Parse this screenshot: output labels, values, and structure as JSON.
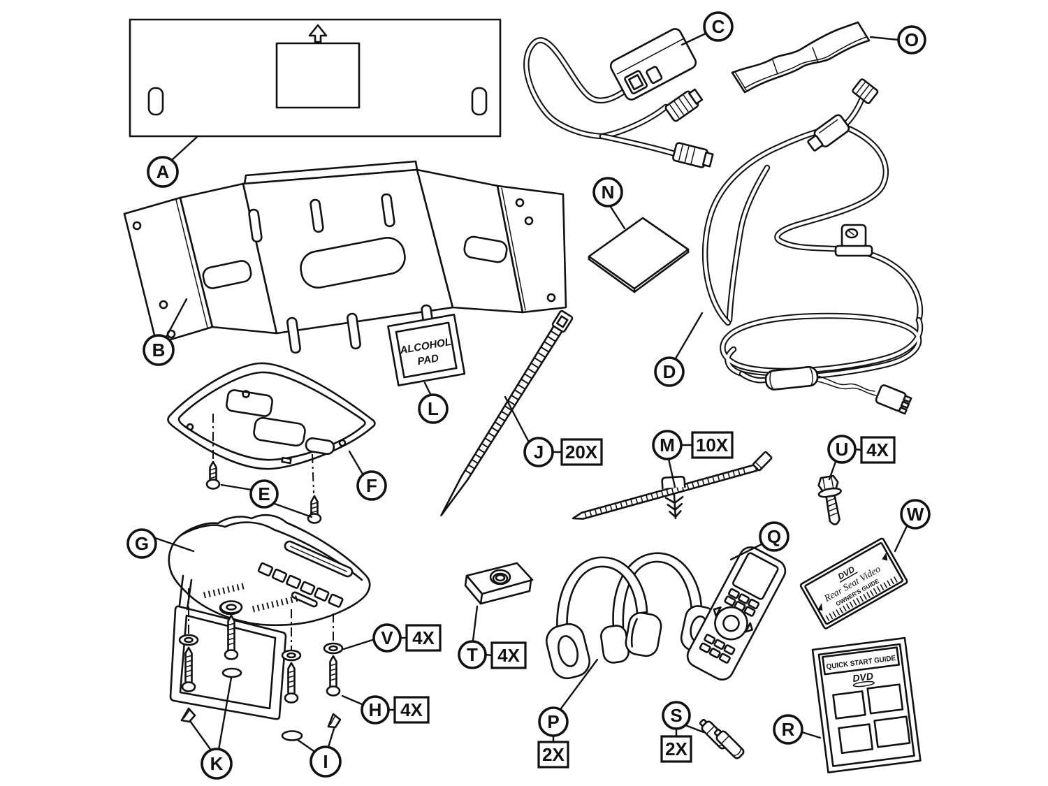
{
  "diagram": {
    "background": "#ffffff",
    "line_color": "#111111",
    "parts": {
      "A": {
        "label": "A"
      },
      "B": {
        "label": "B"
      },
      "C": {
        "label": "C"
      },
      "D": {
        "label": "D"
      },
      "E": {
        "label": "E"
      },
      "F": {
        "label": "F"
      },
      "G": {
        "label": "G"
      },
      "H": {
        "label": "H",
        "qty": "4X"
      },
      "I": {
        "label": "I"
      },
      "J": {
        "label": "J",
        "qty": "20X"
      },
      "K": {
        "label": "K"
      },
      "L": {
        "label": "L"
      },
      "M": {
        "label": "M",
        "qty": "10X"
      },
      "N": {
        "label": "N"
      },
      "O": {
        "label": "O"
      },
      "P": {
        "label": "P",
        "qty": "2X"
      },
      "Q": {
        "label": "Q"
      },
      "R": {
        "label": "R"
      },
      "S": {
        "label": "S",
        "qty": "2X"
      },
      "T": {
        "label": "T",
        "qty": "4X"
      },
      "U": {
        "label": "U",
        "qty": "4X"
      },
      "V": {
        "label": "V",
        "qty": "4X"
      },
      "W": {
        "label": "W"
      }
    },
    "texts": {
      "alcohol_pad": {
        "line1": "ALCOHOL",
        "line2": "PAD"
      },
      "owners_guide": {
        "logo": "DVD",
        "line1": "Rear Seat Video",
        "line2": "OWNER'S GUIDE"
      },
      "quick_start": {
        "title": "QUICK START GUIDE",
        "logo": "DVD"
      }
    }
  }
}
